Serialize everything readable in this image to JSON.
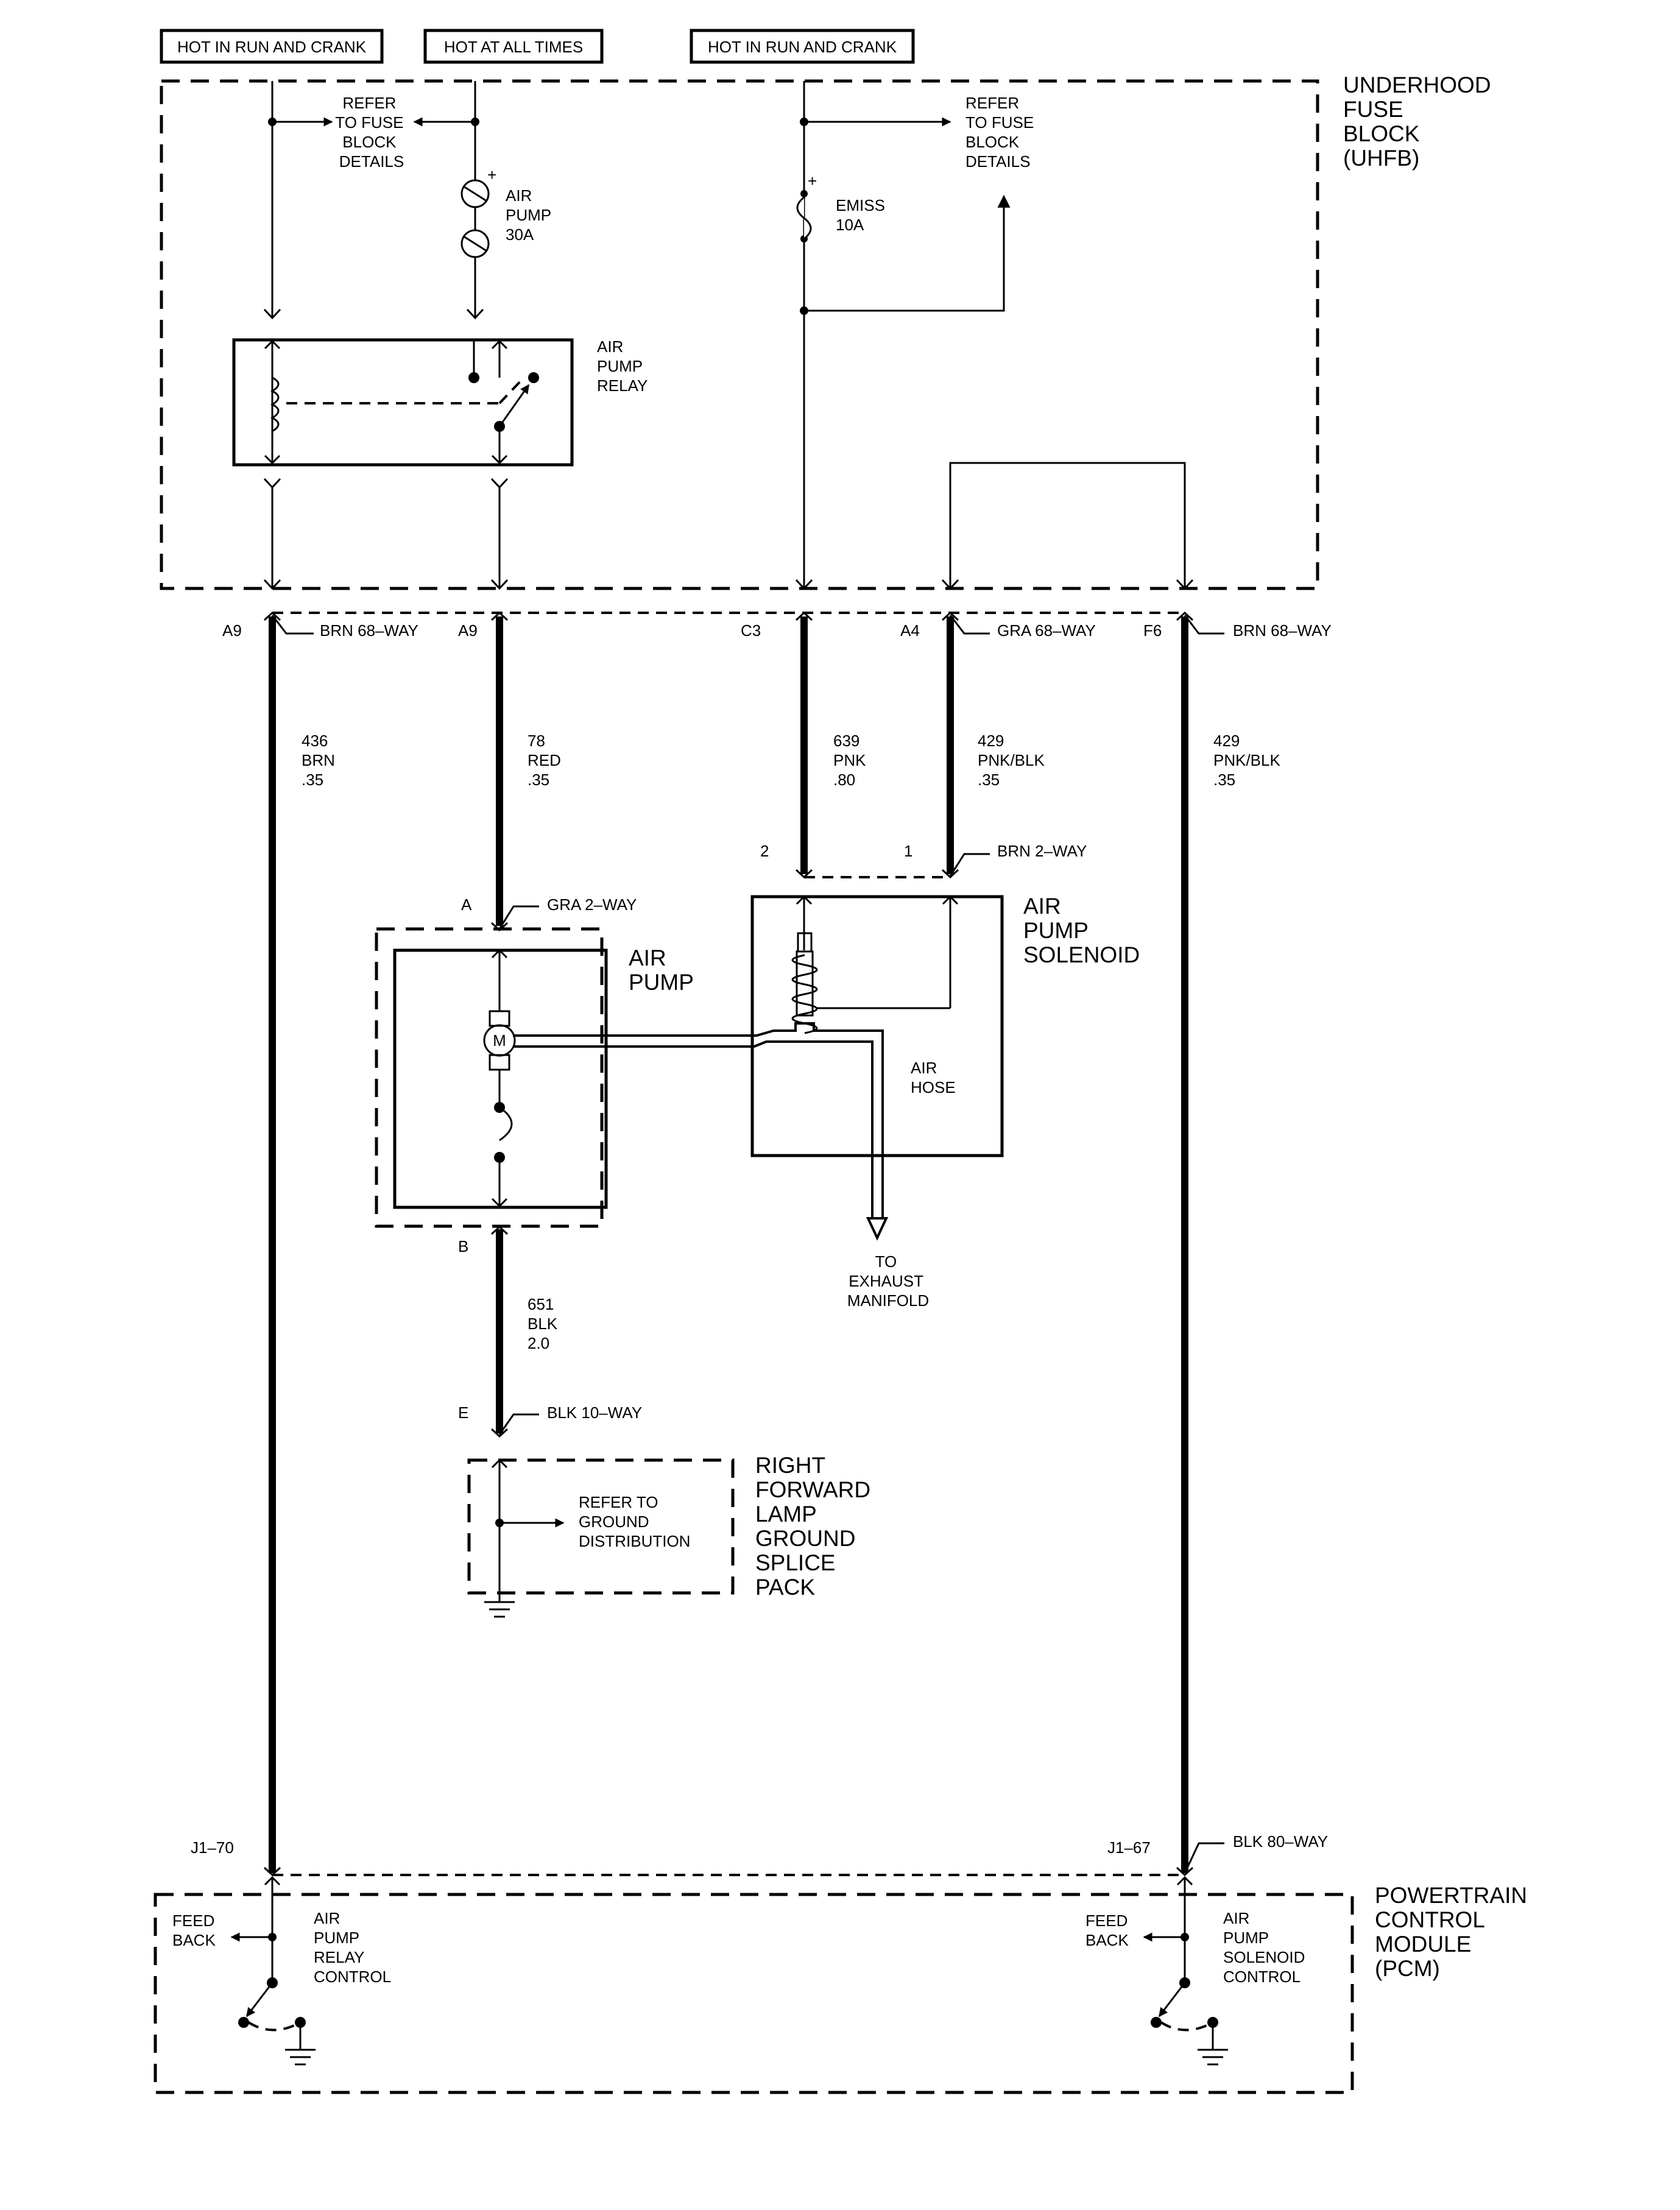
{
  "power_labels": {
    "left": "HOT IN RUN AND CRANK",
    "middle": "HOT AT ALL TIMES",
    "right": "HOT IN RUN AND CRANK"
  },
  "fuse_block": {
    "title": [
      "UNDERHOOD",
      "FUSE",
      "BLOCK",
      "(UHFB)"
    ],
    "refer_left": [
      "REFER",
      "TO FUSE",
      "BLOCK",
      "DETAILS"
    ],
    "refer_right": [
      "REFER",
      "TO FUSE",
      "BLOCK",
      "DETAILS"
    ],
    "fuse_air_pump": [
      "AIR",
      "PUMP",
      "30A"
    ],
    "fuse_emiss": [
      "EMISS",
      "10A"
    ],
    "relay": [
      "AIR",
      "PUMP",
      "RELAY"
    ],
    "plus": "+"
  },
  "connectors": {
    "a9_left": {
      "pin": "A9",
      "desc": "BRN 68–WAY"
    },
    "a9_mid": {
      "pin": "A9"
    },
    "c3": {
      "pin": "C3"
    },
    "a4": {
      "pin": "A4",
      "desc": "GRA 68–WAY"
    },
    "f6": {
      "pin": "F6",
      "desc": "BRN 68–WAY"
    },
    "sol_2": {
      "pin": "2"
    },
    "sol_1": {
      "pin": "1",
      "desc": "BRN 2–WAY"
    },
    "pump_a": {
      "pin": "A",
      "desc": "GRA 2–WAY"
    },
    "pump_b": {
      "pin": "B"
    },
    "ground_e": {
      "pin": "E",
      "desc": "BLK 10–WAY"
    },
    "j1_70": {
      "pin": "J1–70"
    },
    "j1_67": {
      "pin": "J1–67",
      "desc": "BLK 80–WAY"
    }
  },
  "wires": {
    "w436": [
      "436",
      "BRN",
      ".35"
    ],
    "w78": [
      "78",
      "RED",
      ".35"
    ],
    "w639": [
      "639",
      "PNK",
      ".80"
    ],
    "w429a": [
      "429",
      "PNK/BLK",
      ".35"
    ],
    "w429b": [
      "429",
      "PNK/BLK",
      ".35"
    ],
    "w651": [
      "651",
      "BLK",
      "2.0"
    ]
  },
  "components": {
    "air_pump": [
      "AIR",
      "PUMP"
    ],
    "motor": "M",
    "solenoid": [
      "AIR",
      "PUMP",
      "SOLENOID"
    ],
    "air_hose": [
      "AIR",
      "HOSE"
    ],
    "exhaust": [
      "TO",
      "EXHAUST",
      "MANIFOLD"
    ],
    "ground_refer": [
      "REFER TO",
      "GROUND",
      "DISTRIBUTION"
    ],
    "ground_splice": [
      "RIGHT",
      "FORWARD",
      "LAMP",
      "GROUND",
      "SPLICE",
      "PACK"
    ]
  },
  "pcm": {
    "title": [
      "POWERTRAIN",
      "CONTROL",
      "MODULE",
      "(PCM)"
    ],
    "feedback_left": [
      "FEED",
      "BACK"
    ],
    "relay_control": [
      "AIR",
      "PUMP",
      "RELAY",
      "CONTROL"
    ],
    "feedback_right": [
      "FEED",
      "BACK"
    ],
    "solenoid_control": [
      "AIR",
      "PUMP",
      "SOLENOID",
      "CONTROL"
    ]
  }
}
